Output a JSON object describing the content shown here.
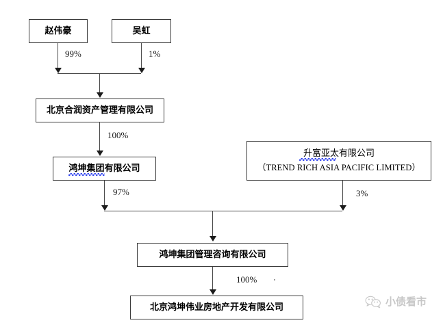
{
  "diagram": {
    "type": "org-ownership-chart",
    "nodes": [
      {
        "id": "zhao",
        "label_cn": "赵伟豪",
        "label_en": ""
      },
      {
        "id": "wuhong",
        "label_cn": "吴虹",
        "label_en": ""
      },
      {
        "id": "herun",
        "label_cn": "北京合润资产管理有限公司",
        "label_en": ""
      },
      {
        "id": "hongkun",
        "label_cn": "鸿坤集团有限公司",
        "label_en": ""
      },
      {
        "id": "trendrich",
        "label_cn": "升富亚太有限公司",
        "label_en": "（TREND RICH ASIA PACIFIC LIMITED）"
      },
      {
        "id": "consulting",
        "label_cn": "鸿坤集团管理咨询有限公司",
        "label_en": ""
      },
      {
        "id": "weiye",
        "label_cn": "北京鸿坤伟业房地产开发有限公司",
        "label_en": ""
      }
    ],
    "edges": [
      {
        "from": "zhao",
        "to": "herun",
        "percent": "99%"
      },
      {
        "from": "wuhong",
        "to": "herun",
        "percent": "1%"
      },
      {
        "from": "herun",
        "to": "hongkun",
        "percent": "100%"
      },
      {
        "from": "hongkun",
        "to": "consulting",
        "percent": "97%"
      },
      {
        "from": "trendrich",
        "to": "consulting",
        "percent": "3%"
      },
      {
        "from": "consulting",
        "to": "weiye",
        "percent": "100%"
      }
    ]
  },
  "watermark": {
    "icon": "wechat-logo-icon",
    "text": "小债看市"
  },
  "colors": {
    "box_border": "#3a3a3a",
    "connector": "#4a4a4a",
    "arrow": "#1c1c1c",
    "spellcheck_underline": "#2b3ff0",
    "watermark": "#9b9b9b",
    "background": "#ffffff"
  }
}
